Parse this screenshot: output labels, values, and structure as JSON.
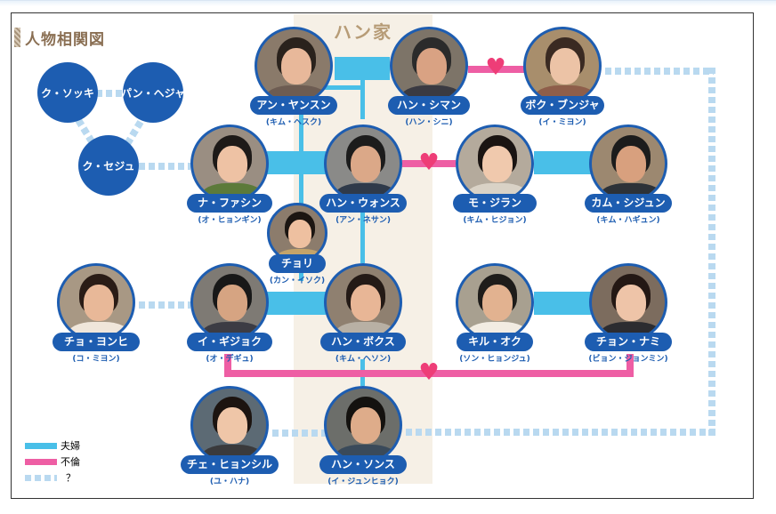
{
  "diagram": {
    "title": "人物相関図",
    "family_label": "ハン家"
  },
  "colors": {
    "married": "#49bfe8",
    "affair": "#ee5ea4",
    "unknown": "#b9d9f0",
    "name_pill": "#1d5db1",
    "heart": "#ee3d77"
  },
  "legend": [
    {
      "label": "夫婦"
    },
    {
      "label": "不倫"
    },
    {
      "label": "？"
    }
  ],
  "ku_family": [
    {
      "name": "ク・ソッキ"
    },
    {
      "name": "パン・ヘジャ"
    },
    {
      "name": "ク・セジュ"
    }
  ],
  "characters": [
    {
      "id": "ahn-yanson",
      "name": "アン・ヤンスン",
      "actor": "(キム・ヘスク)"
    },
    {
      "id": "han-shiman",
      "name": "ハン・シマン",
      "actor": "(ハン・シニ)"
    },
    {
      "id": "bok-bunja",
      "name": "ボク・ブンジャ",
      "actor": "(イ・ミヨン)"
    },
    {
      "id": "na-fashin",
      "name": "ナ・ファシン",
      "actor": "(オ・ヒョンギン)"
    },
    {
      "id": "han-wonsu",
      "name": "ハン・ウォンス",
      "actor": "(アン・ネサン)"
    },
    {
      "id": "mo-jiran",
      "name": "モ・ジラン",
      "actor": "(キム・ヒジョン)"
    },
    {
      "id": "kam-shijun",
      "name": "カム・シジュン",
      "actor": "(キム・ハギュン)"
    },
    {
      "id": "chori",
      "name": "チョリ",
      "actor": "(カン・イソク)"
    },
    {
      "id": "cho-yonhi",
      "name": "チョ・ヨンヒ",
      "actor": "(コ・ミヨン)"
    },
    {
      "id": "i-gijoku",
      "name": "イ・ギジョク",
      "actor": "(オ・デギュ)"
    },
    {
      "id": "han-bokusu",
      "name": "ハン・ボクス",
      "actor": "(キム・ヘソン)"
    },
    {
      "id": "kiru-oku",
      "name": "キル・オク",
      "actor": "(ソン・ヒョンジュ)"
    },
    {
      "id": "chon-nami",
      "name": "チョン・ナミ",
      "actor": "(ビョン・ジョンミン)"
    },
    {
      "id": "che-hyonshiru",
      "name": "チェ・ヒョンシル",
      "actor": "(ユ・ハナ)"
    },
    {
      "id": "han-sonsu",
      "name": "ハン・ソンス",
      "actor": "(イ・ジュンヒョク)"
    }
  ]
}
